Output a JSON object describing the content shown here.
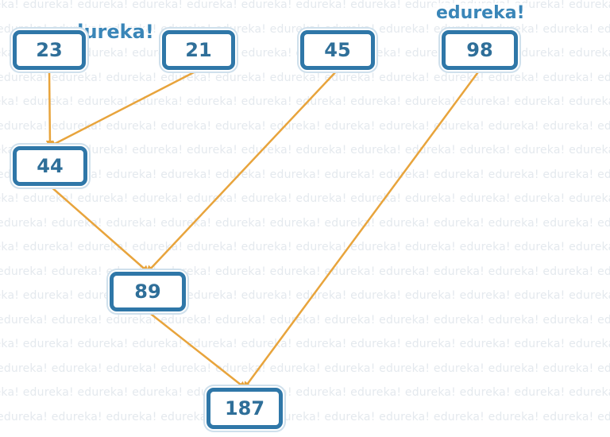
{
  "watermark": {
    "text": "edureka!"
  },
  "logos": [
    {
      "id": "logo-top-left",
      "text": "edureka!"
    },
    {
      "id": "logo-top-right",
      "text": "edureka!"
    }
  ],
  "nodes": [
    {
      "id": "n23",
      "label": "23"
    },
    {
      "id": "n21",
      "label": "21"
    },
    {
      "id": "n45",
      "label": "45"
    },
    {
      "id": "n98",
      "label": "98"
    },
    {
      "id": "n44",
      "label": "44"
    },
    {
      "id": "n89",
      "label": "89"
    },
    {
      "id": "n187",
      "label": "187"
    }
  ],
  "edges": [
    {
      "from": "n23",
      "to": "n44"
    },
    {
      "from": "n21",
      "to": "n44"
    },
    {
      "from": "n44",
      "to": "n89"
    },
    {
      "from": "n45",
      "to": "n89"
    },
    {
      "from": "n89",
      "to": "n187"
    },
    {
      "from": "n98",
      "to": "n187"
    }
  ],
  "colors": {
    "node_border": "#2f77a8",
    "node_text": "#2f6f99",
    "edge": "#e8a43c",
    "watermark": "#e4e9ee"
  }
}
